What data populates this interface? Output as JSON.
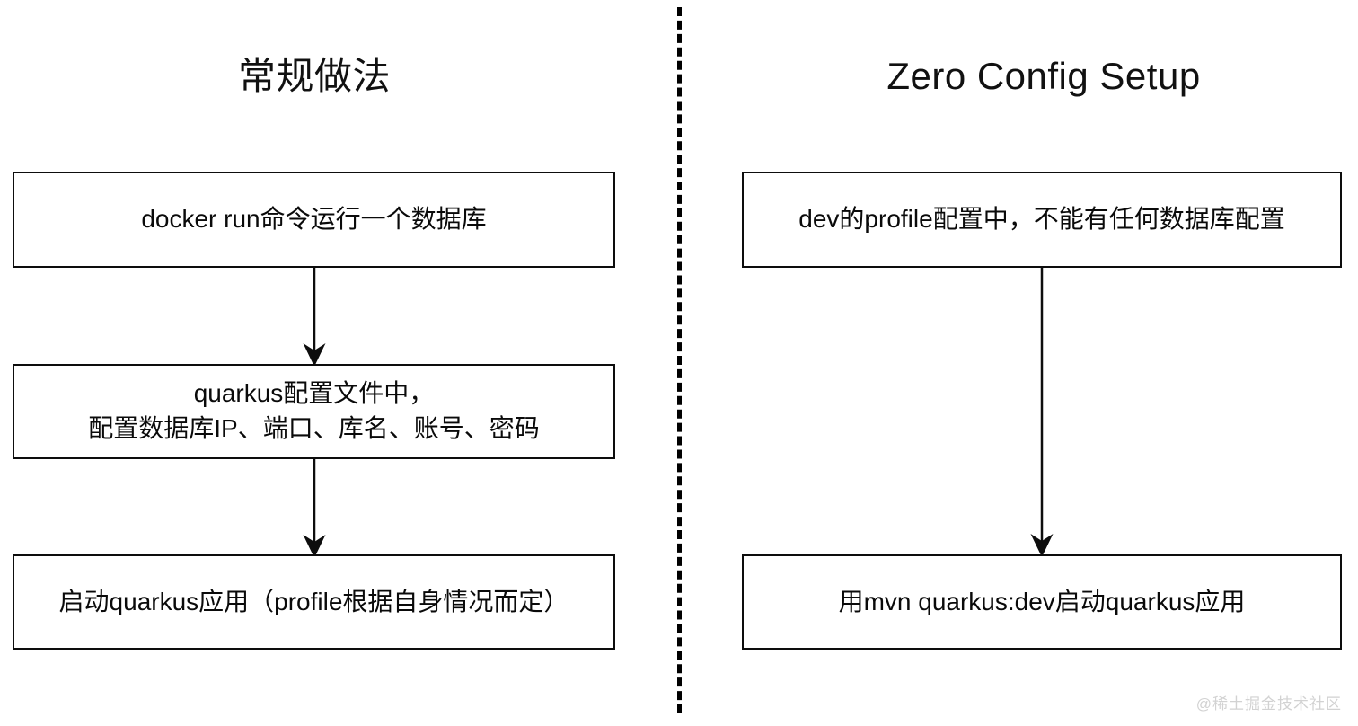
{
  "diagram": {
    "type": "flowchart",
    "columns": [
      {
        "id": "conventional",
        "title": "常规做法",
        "steps": [
          {
            "id": "l1",
            "lines": [
              "docker run命令运行一个数据库"
            ]
          },
          {
            "id": "l2",
            "lines": [
              "quarkus配置文件中，",
              "配置数据库IP、端口、库名、账号、密码"
            ]
          },
          {
            "id": "l3",
            "lines": [
              "启动quarkus应用（profile根据自身情况而定）"
            ]
          }
        ],
        "connectors": [
          {
            "id": "arrow-l1",
            "from": "l1",
            "to": "l2",
            "direction": "down"
          },
          {
            "id": "arrow-l2",
            "from": "l2",
            "to": "l3",
            "direction": "down"
          }
        ]
      },
      {
        "id": "zero-config",
        "title": "Zero Config Setup",
        "steps": [
          {
            "id": "r1",
            "lines": [
              "dev的profile配置中，不能有任何数据库配置"
            ]
          },
          {
            "id": "r2",
            "lines": [
              "用mvn quarkus:dev启动quarkus应用"
            ]
          }
        ],
        "connectors": [
          {
            "id": "arrow-r1",
            "from": "r1",
            "to": "r2",
            "direction": "down"
          }
        ]
      }
    ],
    "divider": {
      "style": "dashed",
      "orientation": "vertical"
    },
    "watermark": "@稀土掘金技术社区",
    "colors": {
      "background": "#ffffff",
      "stroke": "#0d0d0d",
      "text": "#0a0a0a",
      "watermark": "#d2d2d2"
    }
  }
}
